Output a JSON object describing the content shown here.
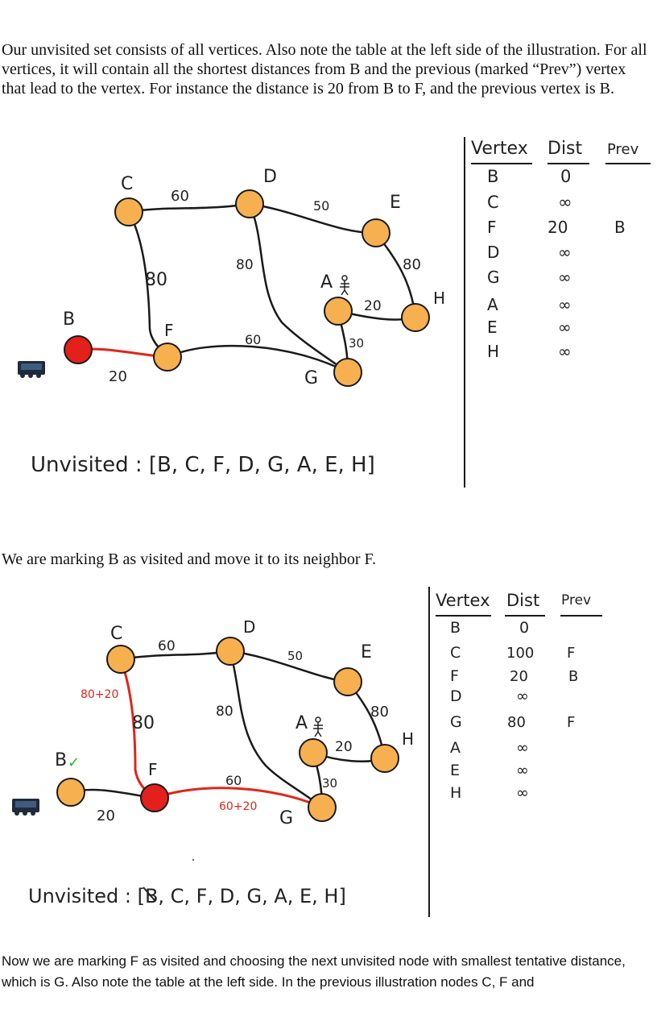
{
  "paragraphs": {
    "p1": "Our unvisited set consists of all vertices. Also note the table at the left side of the illustration. For all vertices, it will contain all the shortest distances from B and the previous (marked “Prev”) vertex that lead to the vertex. For instance the distance is 20 from B to F, and the previous vertex is B.",
    "p2": "We are marking B as visited and move it to its neighbor F.",
    "p3": "Now we are marking F as visited and choosing the next unvisited node with smallest tentative distance, which is G. Also note the table at the left side. In the previous illustration nodes C, F and"
  },
  "figure1": {
    "nodes": {
      "B": "B",
      "C": "C",
      "D": "D",
      "E": "E",
      "F": "F",
      "G": "G",
      "A": "A",
      "H": "H"
    },
    "edges": {
      "CD": "60",
      "DE": "50",
      "CF": "80",
      "DG": "80",
      "AH": "20",
      "AG": "30",
      "EH": "80",
      "FG": "60",
      "BF": "20"
    },
    "unvisited": "Unvisited : [B, C, F, D, G, A, E, H]",
    "table": {
      "headers": [
        "Vertex",
        "Dist",
        "Prev"
      ],
      "rows": [
        {
          "v": "B",
          "d": "0",
          "p": ""
        },
        {
          "v": "C",
          "d": "∞",
          "p": ""
        },
        {
          "v": "F",
          "d": "20",
          "p": "B"
        },
        {
          "v": "D",
          "d": "∞",
          "p": ""
        },
        {
          "v": "G",
          "d": "∞",
          "p": ""
        },
        {
          "v": "A",
          "d": "∞",
          "p": ""
        },
        {
          "v": "E",
          "d": "∞",
          "p": ""
        },
        {
          "v": "H",
          "d": "∞",
          "p": ""
        }
      ]
    }
  },
  "figure2": {
    "nodes": {
      "B": "B",
      "B_check": "✓",
      "C": "C",
      "D": "D",
      "E": "E",
      "F": "F",
      "G": "G",
      "A": "A",
      "H": "H"
    },
    "edges": {
      "CD": "60",
      "DE": "50",
      "CF": "80",
      "DG": "80",
      "AH": "20",
      "AG": "30",
      "EH": "80",
      "FG": "60",
      "BF": "20"
    },
    "annotations": {
      "CF_sum": "80+20",
      "FG_sum": "60+20"
    },
    "unvisited_prefix": "Unvisited : [",
    "unvisited_crossed": "B",
    "unvisited_rest": ", C, F, D, G, A, E, H]",
    "table": {
      "headers": [
        "Vertex",
        "Dist",
        "Prev"
      ],
      "rows": [
        {
          "v": "B",
          "d": "0",
          "p": ""
        },
        {
          "v": "C",
          "d": "100",
          "p": "F"
        },
        {
          "v": "F",
          "d": "20",
          "p": "B"
        },
        {
          "v": "D",
          "d": "∞",
          "p": ""
        },
        {
          "v": "G",
          "d": "80",
          "p": "F"
        },
        {
          "v": "A",
          "d": "∞",
          "p": ""
        },
        {
          "v": "E",
          "d": "∞",
          "p": ""
        },
        {
          "v": "H",
          "d": "∞",
          "p": ""
        }
      ]
    }
  },
  "colors": {
    "node": "#f7b04f",
    "visited": "#e3201b",
    "path": "#e0261b",
    "check": "#2bb52b"
  },
  "icons": [
    "robot-icon"
  ]
}
